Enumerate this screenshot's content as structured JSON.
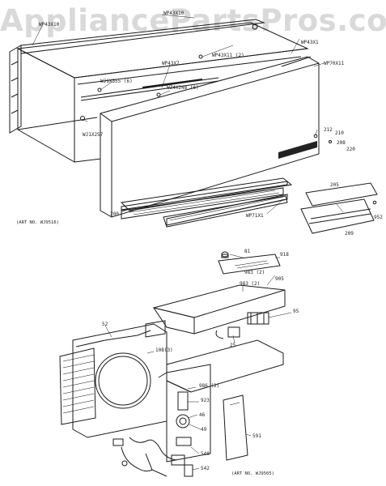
{
  "watermark": "AppliancePartsPros.com",
  "colors": {
    "line": "#1a1a1a",
    "watermark": "#8a8a8a"
  },
  "labels": {
    "wp43x10": "WP43X10",
    "wp43x10_left": "WP43X10",
    "wp43x11_paren": "WP43X11 (2)",
    "wp43x1": "WP43X1",
    "wp70x11": "WP70X11",
    "wp43x7": "WP43X7",
    "wj1x355": "WJ1X355 (6)",
    "wz4x248": "WZ4X248 (6)",
    "wj1x257": "WJ1X257",
    "n212": "212",
    "n210": "210",
    "n208": "208",
    "n220": "220",
    "n200_left": "200",
    "wp71x1": "WP71X1",
    "n205": "205",
    "n952": "952",
    "n209": "209",
    "n81": "81",
    "n918": "918",
    "n983": "983 (2)",
    "n983b": "983 (2)",
    "n905": "905",
    "n95": "95",
    "n25": "25",
    "n52": "52",
    "n108": "108(3)",
    "n986": "986 (2)",
    "n923": "923",
    "n46": "46",
    "n49": "49",
    "n591": "591",
    "n540": "540",
    "n542": "542",
    "art_top": "(ART NO. WJ9516)",
    "art_bottom": "(ART NO. WJ9505)"
  }
}
